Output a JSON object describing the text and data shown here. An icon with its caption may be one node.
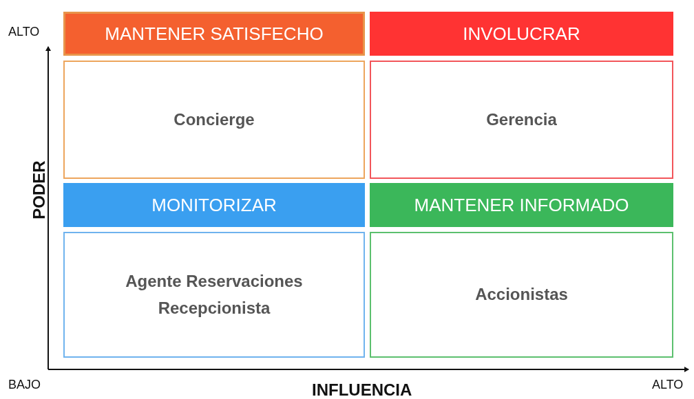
{
  "diagram": {
    "nodes": [
      {
        "text": [
          "MANTENER SATISFECHO"
        ]
      },
      {
        "text": [
          "INVOLUCRAR"
        ]
      },
      {
        "text": [
          "Concierge"
        ]
      },
      {
        "text": [
          "Gerencia"
        ]
      },
      {
        "text": [
          "MONITORIZAR"
        ]
      },
      {
        "text": [
          "MANTENER INFORMADO"
        ]
      },
      {
        "text": [
          "Agente Reservaciones",
          "Recepcionista"
        ]
      },
      {
        "text": [
          "Accionistas"
        ]
      }
    ],
    "labels": [
      "ALTO",
      "PODER",
      "BAJO",
      "INFLUENCIA",
      "ALTO"
    ]
  }
}
